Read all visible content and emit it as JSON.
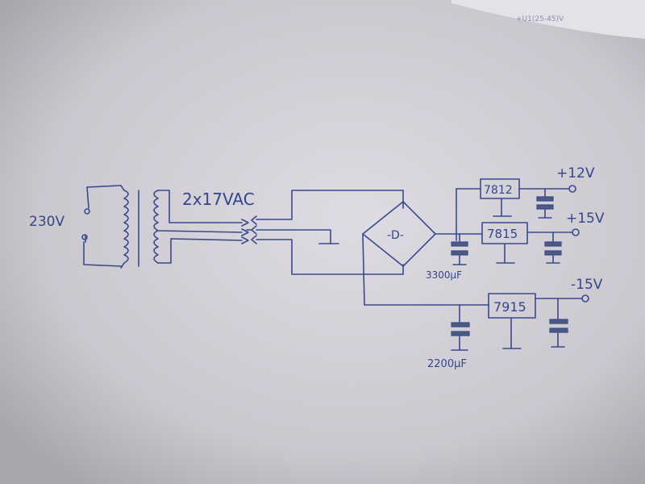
{
  "diagram": {
    "corner_note": "+U1(25-45)V",
    "mains_label": "230V",
    "transformer_label": "2x17VAC",
    "bridge_label": "-D-",
    "regulators": {
      "r7812": "7812",
      "r7815": "7815",
      "r7915": "7915"
    },
    "outputs": {
      "plus12": "+12V",
      "plus15": "+15V",
      "minus15": "-15V"
    },
    "capacitors": {
      "c3300": "3300µF",
      "c2200": "2200µF"
    }
  },
  "colors": {
    "paper": "#cfccd4",
    "ink": "#3a4a8c"
  }
}
